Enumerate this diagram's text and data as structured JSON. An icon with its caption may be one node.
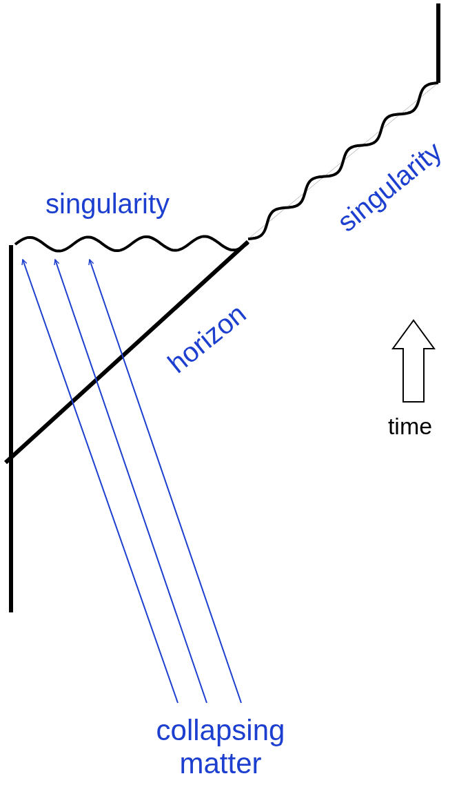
{
  "diagram": {
    "nodes": [
      {
        "text": [
          "collapsing matter"
        ]
      },
      {
        "text": [
          "singularity"
        ]
      }
    ],
    "edges": [
      {
        "from": 0,
        "to": 1,
        "arrow": "to"
      },
      {
        "from": 0,
        "to": 1,
        "arrow": "to"
      },
      {
        "from": 0,
        "to": 1,
        "arrow": "to"
      }
    ],
    "labels": [
      "singularity",
      "horizon",
      "time"
    ]
  }
}
